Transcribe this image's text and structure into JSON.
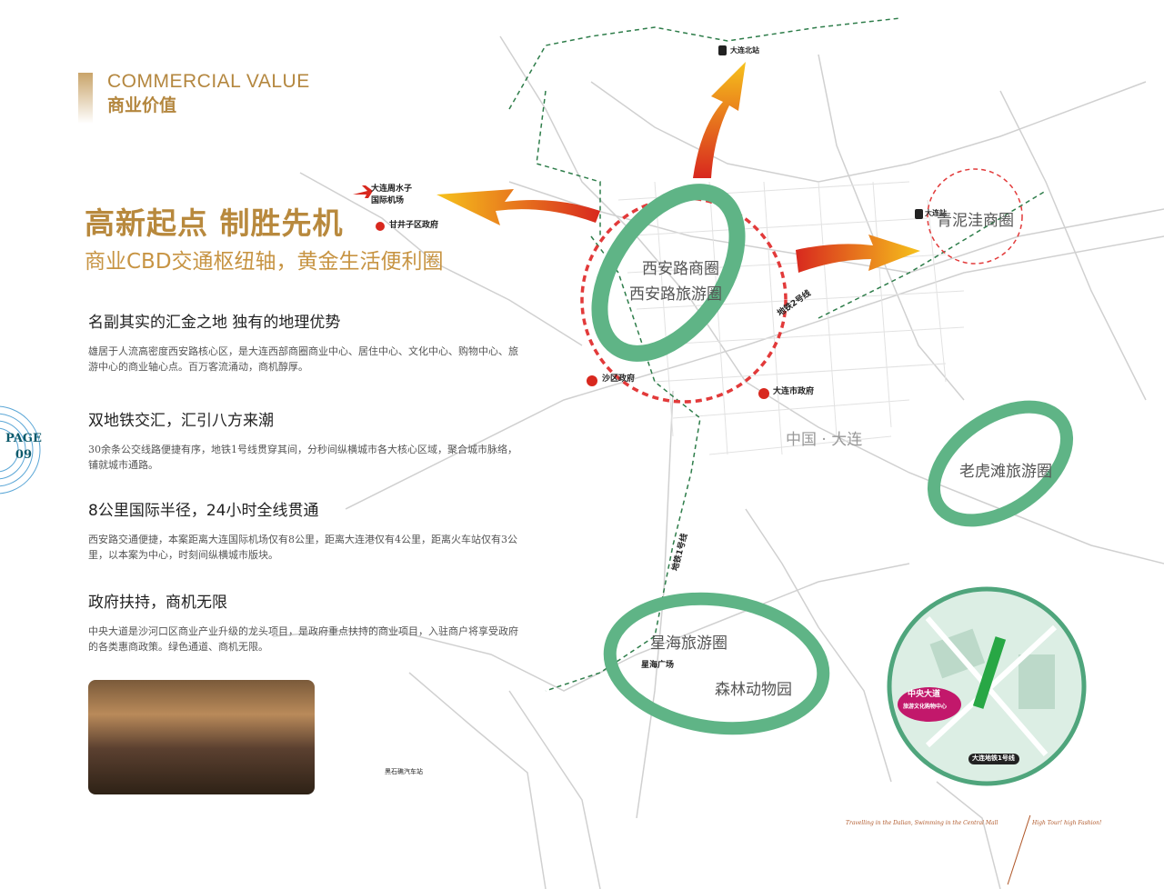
{
  "header": {
    "title_en": "COMMERCIAL VALUE",
    "title_cn": "商业价值"
  },
  "headline": "高新起点  制胜先机",
  "subline": "商业CBD交通枢纽轴，黄金生活便利圈",
  "sections": [
    {
      "title": "名副其实的汇金之地  独有的地理优势",
      "body": "雄居于人流高密度西安路核心区，是大连西部商圈商业中心、居住中心、文化中心、购物中心、旅游中心的商业轴心点。百万客流涌动，商机醇厚。"
    },
    {
      "title": "双地铁交汇，汇引八方来潮",
      "body": "30余条公交线路便捷有序，地铁1号线贯穿其间，分秒间纵横城市各大核心区域，聚合城市脉络，铺就城市通路。"
    },
    {
      "title": "8公里国际半径，24小时全线贯通",
      "body": "西安路交通便捷，本案距离大连国际机场仅有8公里，距离大连港仅有4公里，距离火车站仅有3公里，以本案为中心，时刻间纵横城市版块。"
    },
    {
      "title": "政府扶持，商机无限",
      "body": "中央大道是沙河口区商业产业升级的龙头项目，是政府重点扶持的商业项目，入驻商户将享受政府的各类惠商政策。绿色通道、商机无限。"
    }
  ],
  "page": {
    "label": "PAGE",
    "number": "09"
  },
  "map": {
    "labels": {
      "north_station": "大连北站",
      "airport_1": "大连周水子",
      "airport_2": "国际机场",
      "ganjingzi_gov": "甘井子区政府",
      "dalian_station": "大连站",
      "metro2": "地铁2号线",
      "shahekou_gov": "沙区政府",
      "city_gov": "大连市政府",
      "metro1": "地铁1号线",
      "xinghai_square": "星海广场",
      "heishijiao": "黑石礁汽车站"
    },
    "zones": {
      "xian_shop": "西安路商圈",
      "xian_tour": "西安路旅游圈",
      "qingniwa": "青泥洼商圈",
      "china_dalian": "中国 · 大连",
      "laohutan": "老虎滩旅游圈",
      "xinghai": "星海旅游圈",
      "zoo": "森林动物园"
    },
    "inset": {
      "name": "中央大道",
      "sub": "旅游文化购物中心",
      "line": "大连地铁1号线"
    },
    "colors": {
      "green": "#5fb486",
      "red_dash": "#e23a3a",
      "arrow_from": "#d8281e",
      "arrow_to": "#f6c21c",
      "route": "#2e7d4a"
    }
  },
  "footer": {
    "left": "Travelling in the Dalian, Swimming in the Central Mall",
    "right": "High Tour! high Fashion!"
  }
}
